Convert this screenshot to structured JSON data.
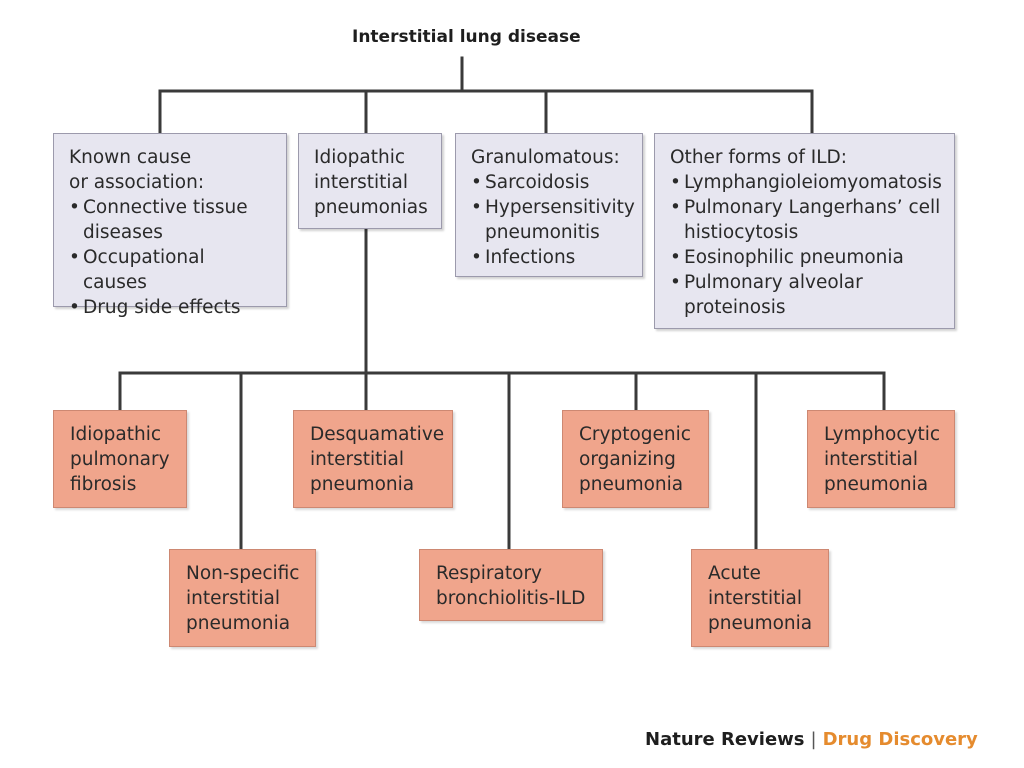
{
  "title": "Interstitial lung disease",
  "categories": [
    {
      "heading": "Known cause\nor association:",
      "items": [
        "Connective tissue\ndiseases",
        "Occupational causes",
        "Drug side effects"
      ]
    },
    {
      "heading": "Idiopathic\ninterstitial\npneumonias",
      "items": []
    },
    {
      "heading": "Granulomatous:",
      "items": [
        "Sarcoidosis",
        "Hypersensitivity\npneumonitis",
        "Infections"
      ]
    },
    {
      "heading": "Other forms of ILD:",
      "items": [
        "Lymphangioleiomyomatosis",
        "Pulmonary Langerhans’ cell\nhistiocytosis",
        "Eosinophilic pneumonia",
        "Pulmonary alveolar\nproteinosis"
      ]
    }
  ],
  "pneumonias_top": [
    "Idiopathic\npulmonary\nfibrosis",
    "Desquamative\ninterstitial\npneumonia",
    "Cryptogenic\norganizing\npneumonia",
    "Lymphocytic\ninterstitial\npneumonia"
  ],
  "pneumonias_bottom": [
    "Non-specific\ninterstitial\npneumonia",
    "Respiratory\nbronchiolitis-ILD",
    "Acute\ninterstitial\npneumonia"
  ],
  "footer": {
    "publisher": "Nature Reviews",
    "separator": "|",
    "journal": "Drug Discovery"
  },
  "colors": {
    "category_fill": "#e7e6f0",
    "subtype_fill": "#f0a58c",
    "connector": "#3a3a3a",
    "journal_accent": "#e58b2e"
  }
}
